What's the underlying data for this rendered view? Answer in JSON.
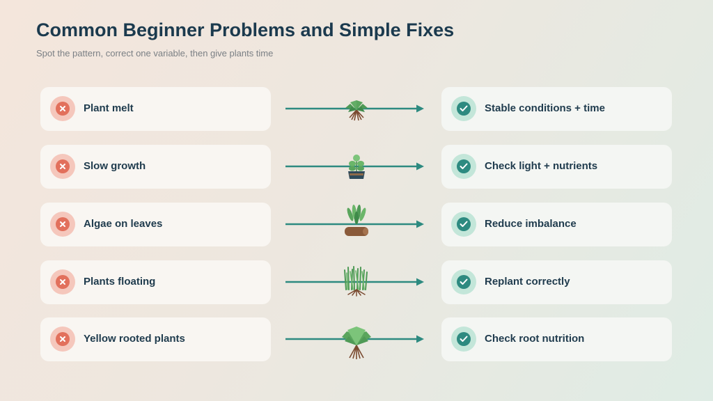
{
  "header": {
    "title": "Common Beginner Problems and Simple Fixes",
    "subtitle": "Spot the pattern, correct one variable, then give plants time"
  },
  "colors": {
    "accent_teal": "#2d8a80",
    "problem_red": "#e2705c",
    "heading": "#1b3a4e"
  },
  "rows": [
    {
      "problem": "Plant melt",
      "fix": "Stable conditions + time",
      "plant_icon": "bushy-plant-icon"
    },
    {
      "problem": "Slow growth",
      "fix": "Check light + nutrients",
      "plant_icon": "potted-plant-icon"
    },
    {
      "problem": "Algae on leaves",
      "fix": "Reduce imbalance",
      "plant_icon": "plant-on-driftwood-icon"
    },
    {
      "problem": "Plants floating",
      "fix": "Replant correctly",
      "plant_icon": "grass-plant-icon"
    },
    {
      "problem": "Yellow rooted plants",
      "fix": "Check root nutrition",
      "plant_icon": "rosette-plant-icon"
    }
  ]
}
